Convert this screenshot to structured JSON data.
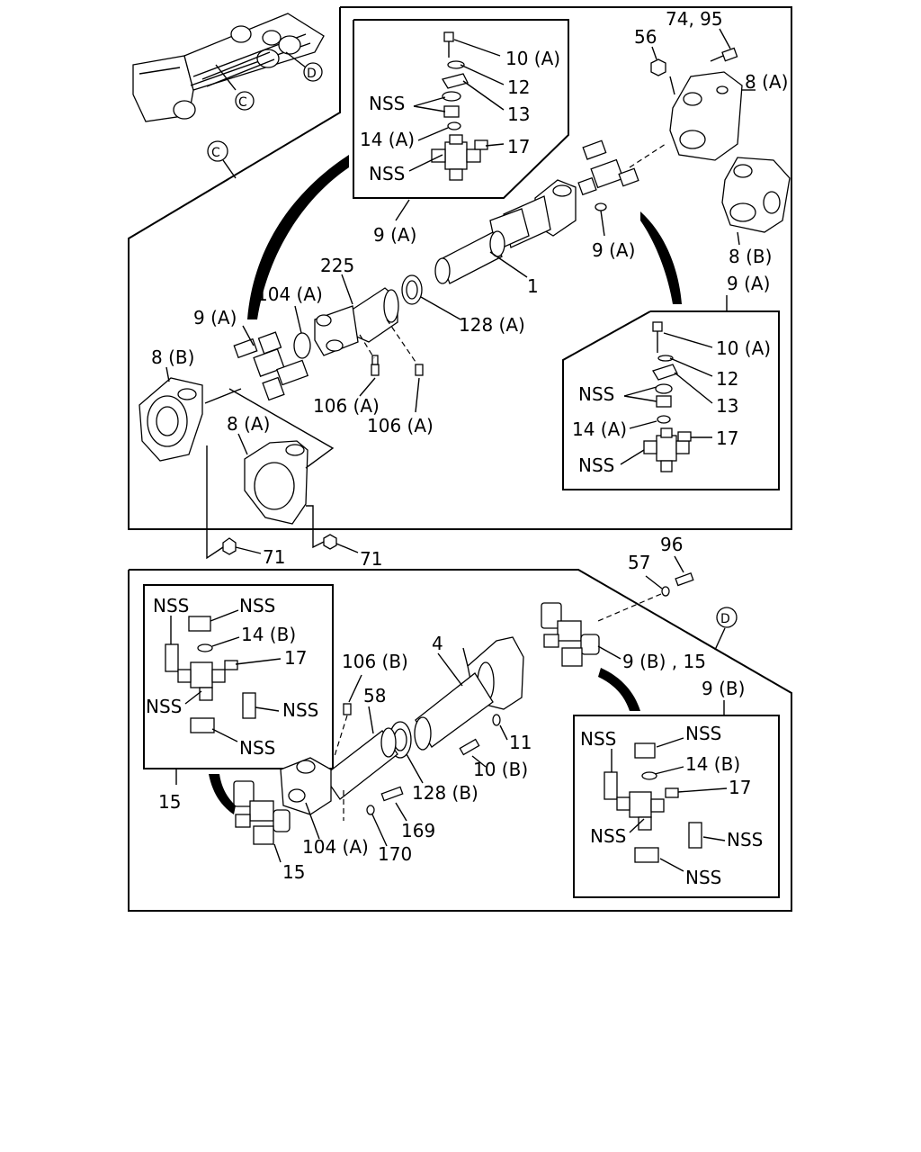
{
  "labels": {
    "l_74_95": "74, 95",
    "l_56": "56",
    "l_10a_top": "10 (A)",
    "l_12_top": "12",
    "l_nss_top1": "NSS",
    "l_13_top": "13",
    "l_14a_top": "14 (A)",
    "l_17_top": "17",
    "l_nss_top2": "NSS",
    "l_8a_top": "8 (A)",
    "l_9a_left_inset": "9 (A)",
    "l_9a_right": "9 (A)",
    "l_8b_right": "8 (B)",
    "l_225": "225",
    "l_1": "1",
    "l_104a_top": "104 (A)",
    "l_9a_left": "9 (A)",
    "l_128a": "128 (A)",
    "l_9a_inset2": "9 (A)",
    "l_10a_r": "10 (A)",
    "l_12_r": "12",
    "l_nss_r1": "NSS",
    "l_13_r": "13",
    "l_14a_r": "14 (A)",
    "l_17_r": "17",
    "l_nss_r2": "NSS",
    "l_8b_left": "8 (B)",
    "l_106a_1": "106 (A)",
    "l_106a_2": "106 (A)",
    "l_8a_left": "8 (A)",
    "l_71_1": "71",
    "l_71_2": "71",
    "l_96": "96",
    "l_57": "57",
    "l_9b_15": "9 (B) , 15",
    "l_9b": "9 (B)",
    "l_nss_b1": "NSS",
    "l_nss_b2": "NSS",
    "l_14b_l": "14 (B)",
    "l_17_l": "17",
    "l_nss_b3": "NSS",
    "l_nss_b4": "NSS",
    "l_nss_b5": "NSS",
    "l_15_1": "15",
    "l_106b": "106 (B)",
    "l_4": "4",
    "l_58": "58",
    "l_11": "11",
    "l_10b": "10 (B)",
    "l_128b": "128 (B)",
    "l_169": "169",
    "l_104a_b": "104 (A)",
    "l_170": "170",
    "l_15_2": "15",
    "l_nss_rb1": "NSS",
    "l_nss_rb2": "NSS",
    "l_14b_r": "14 (B)",
    "l_17_rb": "17",
    "l_nss_rb3": "NSS",
    "l_nss_rb4": "NSS",
    "l_nss_rb5": "NSS"
  },
  "callouts": {
    "c_top": "C",
    "d_top": "D",
    "c_left": "C",
    "d_right": "D"
  }
}
